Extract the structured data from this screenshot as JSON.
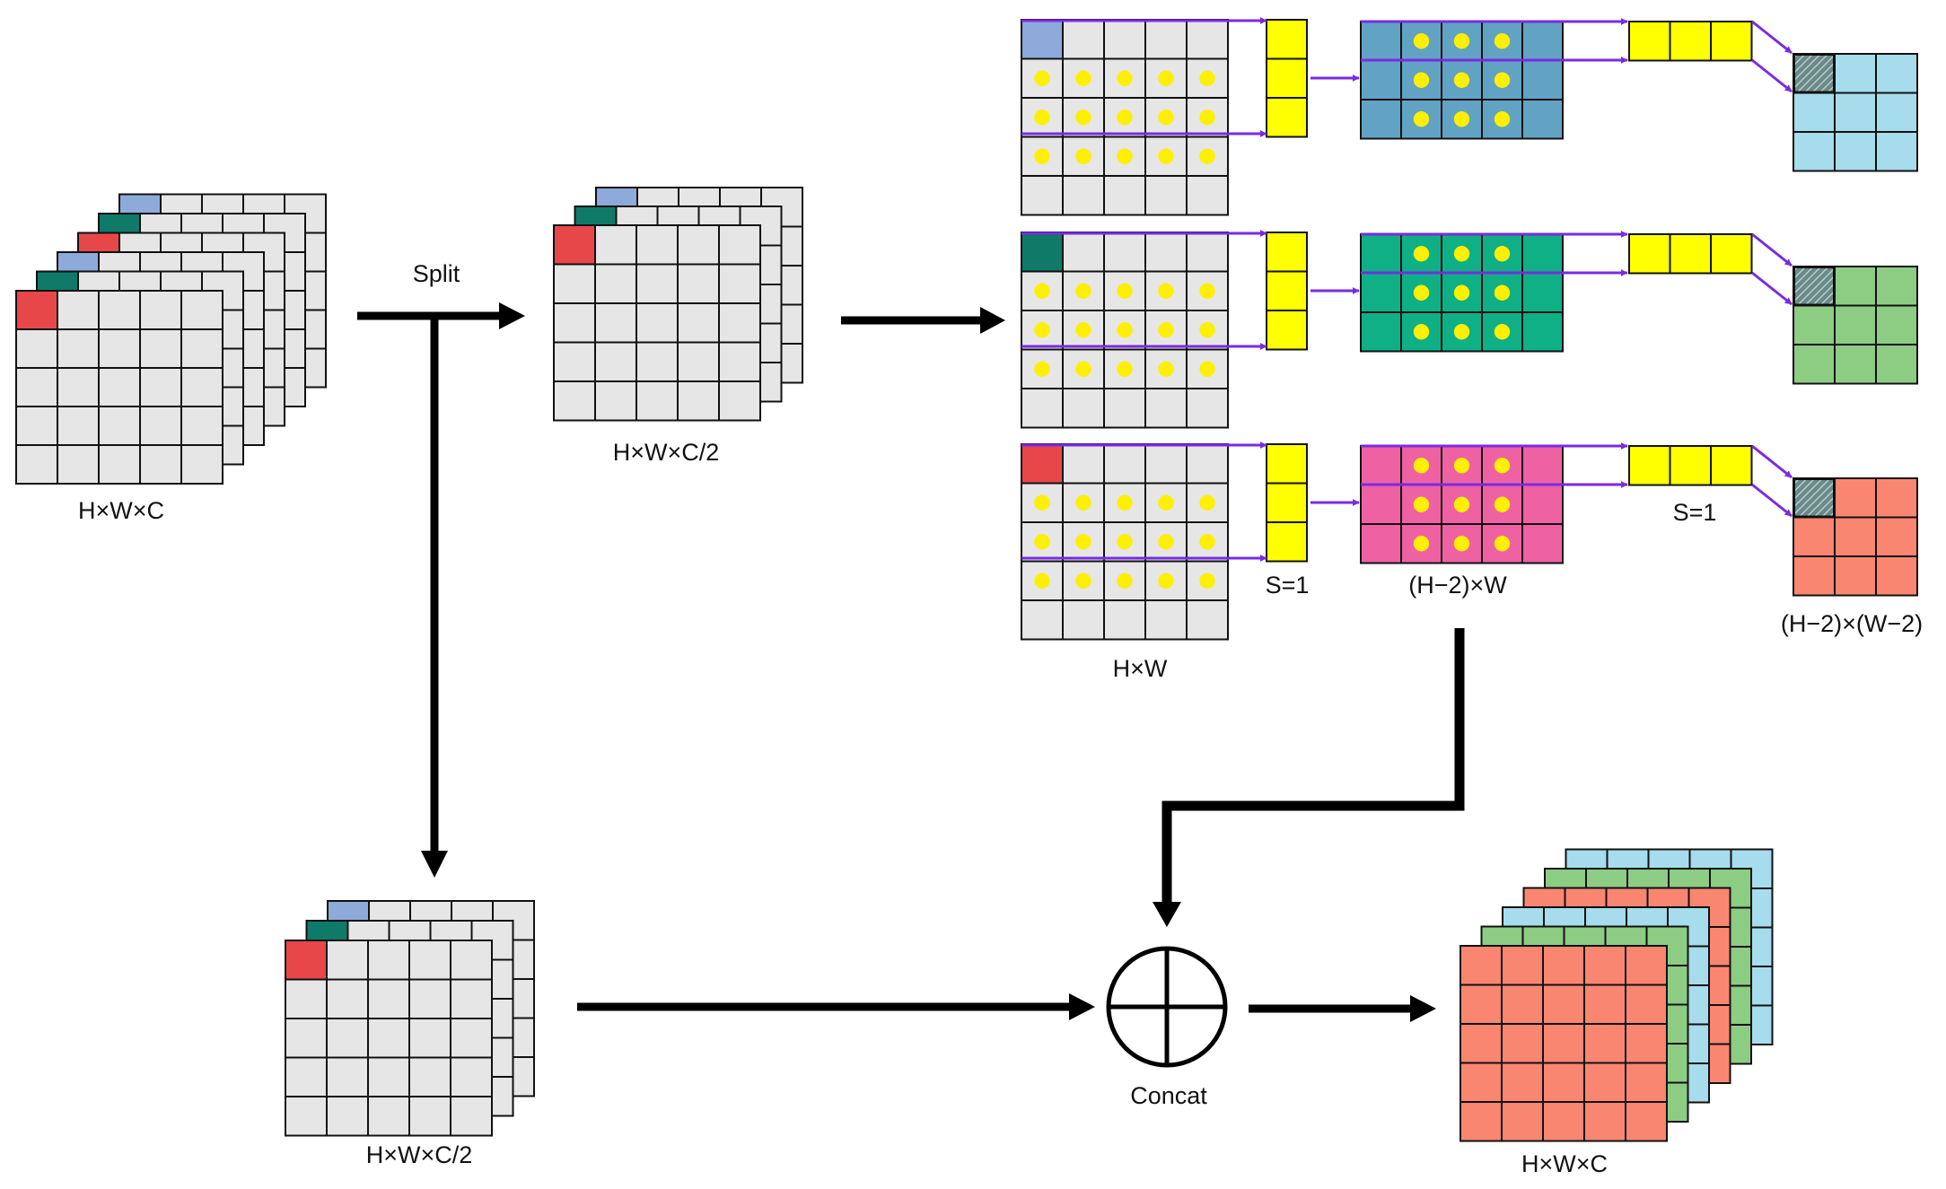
{
  "labels": {
    "input": "H×W×C",
    "split": "Split",
    "half_top": "H×W×C/2",
    "half_bottom": "H×W×C/2",
    "hw": "H×W",
    "stride_1": "S=1",
    "stride_2": "S=1",
    "h2w": "(H−2)×W",
    "h2w2": "(H−2)×(W−2)",
    "concat": "Concat",
    "output": "H×W×C"
  },
  "colors": {
    "cell_grey": "#e6e6e6",
    "blue_light": "#8eaadb",
    "teal_dark": "#0f7a67",
    "red": "#e8474a",
    "yellow": "#ffff00",
    "dot_yellow": "#ffef00",
    "steel_blue": "#62a3c4",
    "green_teal": "#0fb085",
    "pink": "#ee61a3",
    "light_blue": "#a6dcec",
    "light_green": "#8ccc83",
    "salmon": "#f98671",
    "purple": "#7a2be2",
    "arrow": "#000000"
  },
  "icons": {
    "concat": "circled-plus-icon"
  }
}
